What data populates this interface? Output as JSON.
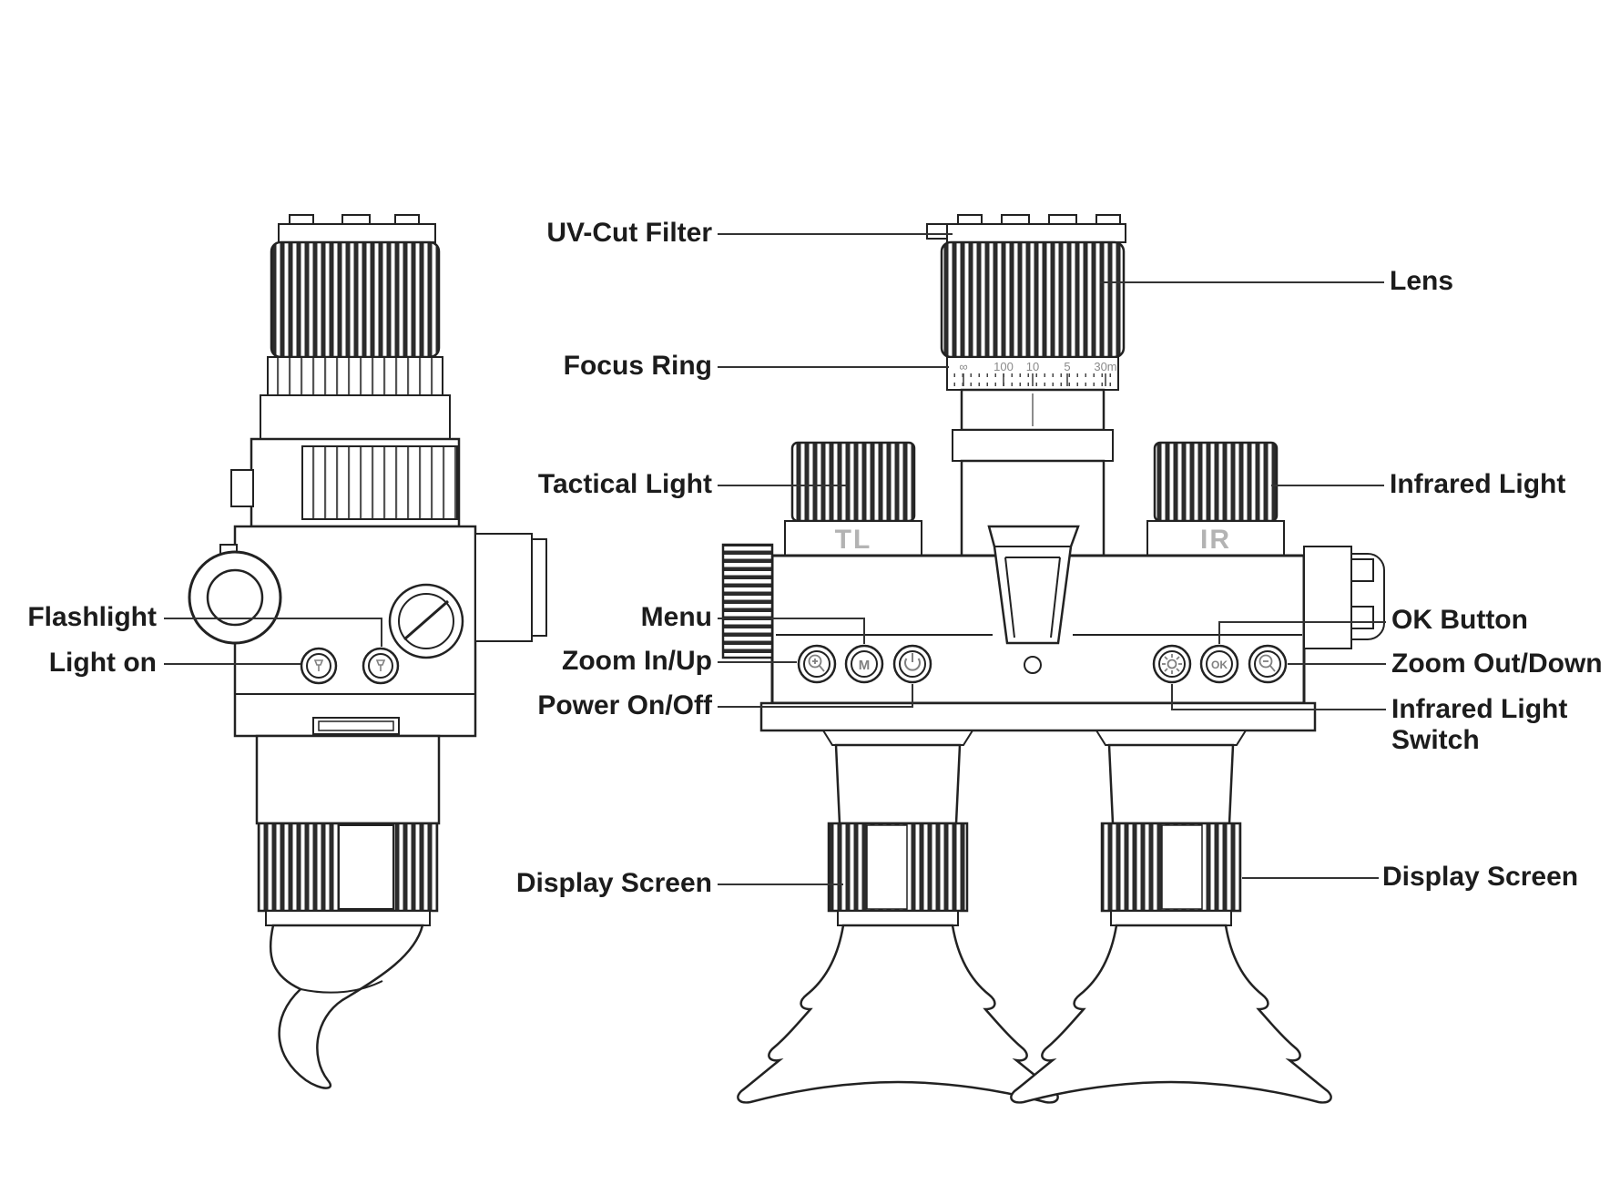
{
  "diagram": {
    "callouts": {
      "uv_cut_filter": "UV-Cut Filter",
      "lens": "Lens",
      "focus_ring": "Focus Ring",
      "tactical_light": "Tactical Light",
      "infrared_light": "Infrared Light",
      "flashlight": "Flashlight",
      "light_on": "Light on",
      "menu": "Menu",
      "zoom_in_up": "Zoom In/Up",
      "power_on_off": "Power On/Off",
      "ok_button": "OK Button",
      "zoom_out_down": "Zoom Out/Down",
      "infrared_light_switch": "Infrared Light Switch",
      "display_screen_left": "Display Screen",
      "display_screen_right": "Display Screen"
    },
    "markings": {
      "tactical_light_abbr": "TL",
      "infrared_light_abbr": "IR",
      "menu_button_glyph": "M",
      "ok_button_glyph": "OK",
      "focus_scale": [
        "∞",
        "100",
        "10",
        "5",
        "30m"
      ]
    },
    "colors": {
      "background": "#ffffff",
      "line": "#222222",
      "label_text": "#1c1c1c",
      "marking_text": "#b3b3b3"
    }
  }
}
